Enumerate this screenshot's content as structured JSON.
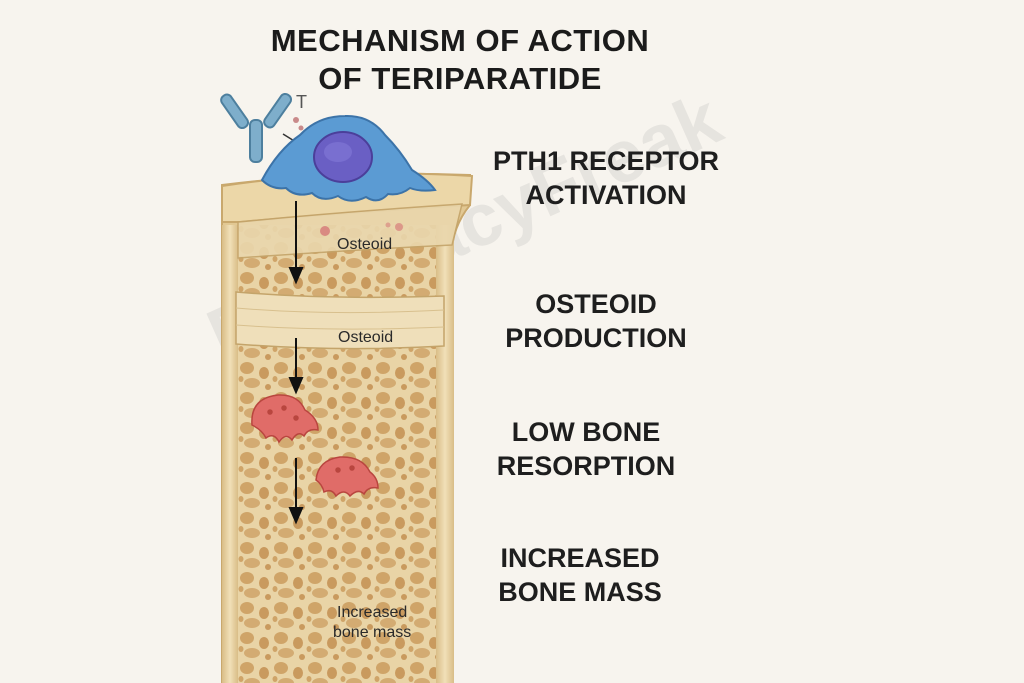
{
  "title": {
    "line1": "MECHANISM OF ACTION",
    "line2": "OF TERIPARATIDE"
  },
  "steps": [
    {
      "line1": "PTH1 RECEPTOR",
      "line2": "ACTIVATION"
    },
    {
      "line1": "OSTEOID",
      "line2": "PRODUCTION"
    },
    {
      "line1": "LOW BONE",
      "line2": "RESORPTION"
    },
    {
      "line1": "INCREASED",
      "line2": "BONE MASS"
    }
  ],
  "labels": {
    "osteoid_top": "Osteoid",
    "osteoid_middle": "Osteoid",
    "increased_line1": "Increased",
    "increased_line2": "bone mass"
  },
  "watermark": "PharmacyFreak",
  "colors": {
    "background": "#f7f4ee",
    "bone": "#e6cf9e",
    "pore": "#c99a5e",
    "osteoblast": "#5b9bd3",
    "nucleus": "#6a5fc4",
    "osteoclast": "#e06c68",
    "antibody": "#6d9fbe"
  },
  "icons": [
    "y-shaped-receptor-icon",
    "osteoblast-icon",
    "osteoclast-icon",
    "down-arrow-icon"
  ]
}
